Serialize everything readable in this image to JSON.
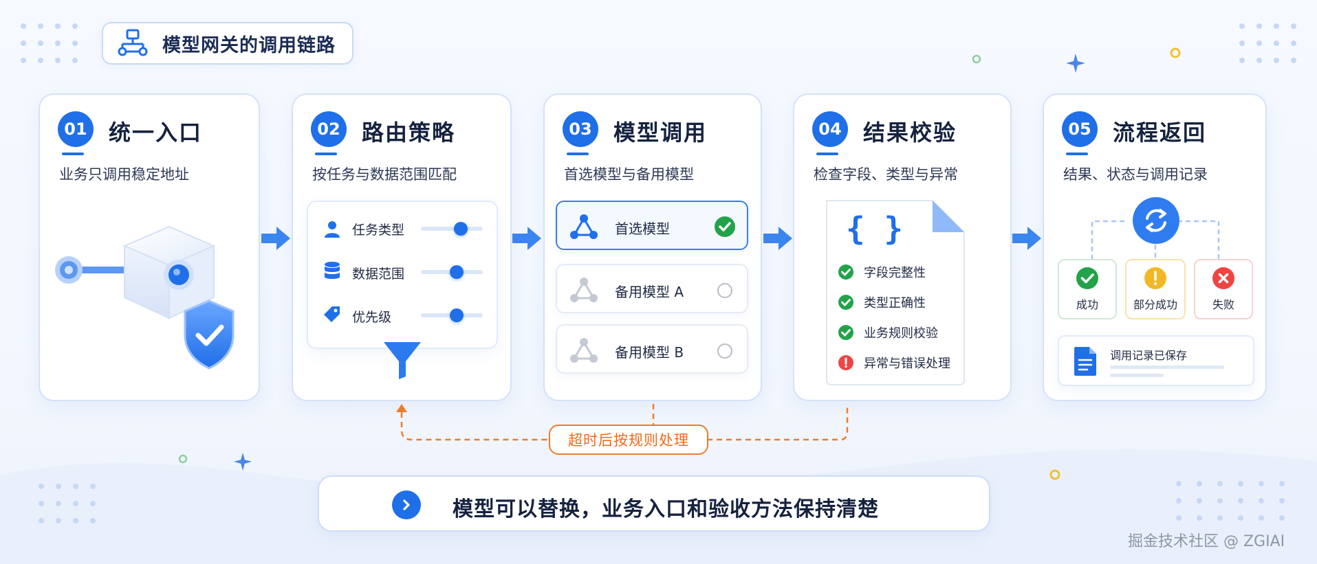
{
  "title": "模型网关的调用链路",
  "steps": [
    {
      "num": "01",
      "title": "统一入口",
      "sub": "业务只调用稳定地址"
    },
    {
      "num": "02",
      "title": "路由策略",
      "sub": "按任务与数据范围匹配"
    },
    {
      "num": "03",
      "title": "模型调用",
      "sub": "首选模型与备用模型"
    },
    {
      "num": "04",
      "title": "结果校验",
      "sub": "检查字段、类型与异常"
    },
    {
      "num": "05",
      "title": "流程返回",
      "sub": "结果、状态与调用记录"
    }
  ],
  "routing": {
    "rows": [
      {
        "label": "任务类型",
        "icon": "user-icon",
        "level": 0.67
      },
      {
        "label": "数据范围",
        "icon": "database-icon",
        "level": 0.6
      },
      {
        "label": "优先级",
        "icon": "tag-icon",
        "level": 0.6
      }
    ]
  },
  "models": [
    {
      "label": "首选模型",
      "state": "selected"
    },
    {
      "label": "备用模型 A",
      "state": "unselected"
    },
    {
      "label": "备用模型 B",
      "state": "unselected"
    }
  ],
  "validation": {
    "brace": "{ }",
    "checks": [
      {
        "label": "字段完整性",
        "status": "ok"
      },
      {
        "label": "类型正确性",
        "status": "ok"
      },
      {
        "label": "业务规则校验",
        "status": "ok"
      },
      {
        "label": "异常与错误处理",
        "status": "error"
      }
    ]
  },
  "result": {
    "statuses": [
      {
        "label": "成功",
        "color": "#22a34a"
      },
      {
        "label": "部分成功",
        "color": "#f2b824"
      },
      {
        "label": "失败",
        "color": "#ef4444"
      }
    ],
    "log_label": "调用记录已保存"
  },
  "retry_label": "超时后按规则处理",
  "bottom_message": "模型可以替换，业务入口和验收方法保持清楚",
  "watermark": "掘金技术社区 @ ZGIAI",
  "colors": {
    "primary": "#1f6fe8",
    "accent_orange": "#f07a2c"
  }
}
